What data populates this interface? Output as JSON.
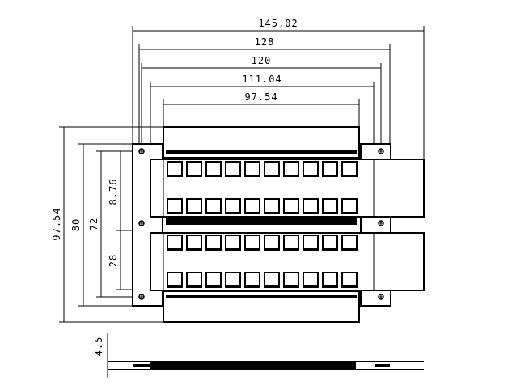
{
  "dimensions": {
    "width_overall": "145.02",
    "width_128": "128",
    "width_120": "120",
    "width_111": "111.04",
    "width_97": "97.54",
    "height_overall": "97.54",
    "height_80": "80",
    "height_72": "72",
    "height_8_76": "8.76",
    "height_28": "28",
    "thickness": "4.5"
  },
  "modules": {
    "count": 2,
    "buttons_per_row": 10,
    "rows_per_module": 2
  }
}
